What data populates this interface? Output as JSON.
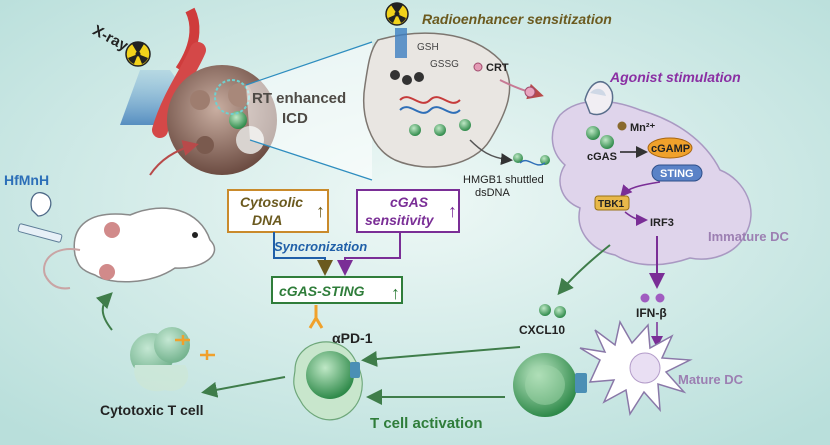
{
  "labels": {
    "xray": "X-ray",
    "radioenhancer": "Radioenhancer sensitization",
    "gsh": "GSH",
    "gssg": "GSSG",
    "crt": "CRT",
    "agonist": "Agonist stimulation",
    "mn": "Mn²⁺",
    "rt_line1": "RT enhanced",
    "rt_line2": "ICD",
    "cgas": "cGAS",
    "cgamp": "cGAMP",
    "sting": "STING",
    "hmgb1_line1": "HMGB1 shuttled",
    "hmgb1_line2": "dsDNA",
    "tbk1": "TBK1",
    "irf3": "IRF3",
    "immature_dc": "Immature DC",
    "hfmnh": "HfMnH",
    "cytosolic_line1": "Cytosolic",
    "cytosolic_line2": "DNA",
    "cgas_sens_line1": "cGAS",
    "cgas_sens_line2": "sensitivity",
    "sync": "Syncronization",
    "cgas_sting": "cGAS-STING",
    "cxcl10": "CXCL10",
    "ifn": "IFN-β",
    "apd1": "αPD-1",
    "mature_dc": "Mature DC",
    "cytotoxic": "Cytotoxic T cell",
    "tcell_activation": "T cell activation",
    "up_arrow": "↑"
  },
  "colors": {
    "background": "#cfe9e6",
    "olive": "#6b5a1f",
    "orange_box": "#c98a2b",
    "purple": "#7a2e96",
    "blue": "#1f5fa8",
    "green": "#2f7d3a",
    "dc_body": "#ddd2ea",
    "tumor": "#8a6f63",
    "cell_green": "#3a9b57"
  }
}
